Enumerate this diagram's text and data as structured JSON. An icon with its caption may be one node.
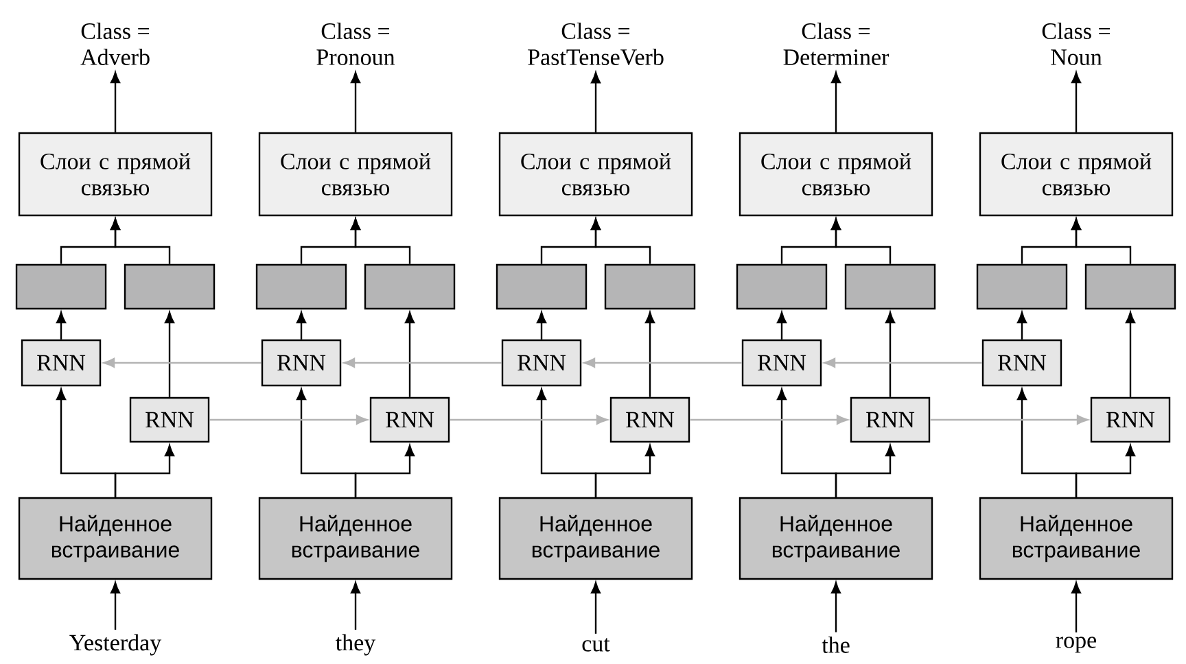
{
  "diagram": {
    "nodes": [
      {
        "text": [
          "Class = Adverb"
        ]
      },
      {
        "text": [
          "Class = Pronoun"
        ]
      },
      {
        "text": [
          "Class = PastTenseVerb"
        ]
      },
      {
        "text": [
          "Class = Determiner"
        ]
      },
      {
        "text": [
          "Class = Noun"
        ]
      },
      {
        "text": [
          "Слои с прямой связью"
        ]
      },
      {
        "text": [
          "Слои с прямой связью"
        ]
      },
      {
        "text": [
          "Слои с прямой связью"
        ]
      },
      {
        "text": [
          "Слои с прямой связью"
        ]
      },
      {
        "text": [
          "Слои с прямой связью"
        ]
      },
      {
        "text": [],
        "shape": "box"
      },
      {
        "text": [],
        "shape": "box"
      },
      {
        "text": [],
        "shape": "box"
      },
      {
        "text": [],
        "shape": "box"
      },
      {
        "text": [],
        "shape": "box"
      },
      {
        "text": [],
        "shape": "box"
      },
      {
        "text": [],
        "shape": "box"
      },
      {
        "text": [],
        "shape": "box"
      },
      {
        "text": [],
        "shape": "box"
      },
      {
        "text": [],
        "shape": "box"
      },
      {
        "text": [
          "RNN"
        ]
      },
      {
        "text": [
          "RNN"
        ]
      },
      {
        "text": [
          "RNN"
        ]
      },
      {
        "text": [
          "RNN"
        ]
      },
      {
        "text": [
          "RNN"
        ]
      },
      {
        "text": [
          "RNN"
        ]
      },
      {
        "text": [
          "RNN"
        ]
      },
      {
        "text": [
          "RNN"
        ]
      },
      {
        "text": [
          "RNN"
        ]
      },
      {
        "text": [
          "RNN"
        ]
      },
      {
        "text": [
          "Найденное встраивание"
        ]
      },
      {
        "text": [
          "Найденное встраивание"
        ]
      },
      {
        "text": [
          "Найденное встраивание"
        ]
      },
      {
        "text": [
          "Найденное встраивание"
        ]
      },
      {
        "text": [
          "Найденное встраивание"
        ]
      },
      {
        "text": [
          "Yesterday"
        ]
      },
      {
        "text": [
          "they"
        ]
      },
      {
        "text": [
          "cut"
        ]
      },
      {
        "text": [
          "the"
        ]
      },
      {
        "text": [
          "rope"
        ]
      }
    ],
    "edges": [
      {
        "from": 35,
        "to": 30,
        "arrow": "to"
      },
      {
        "from": 30,
        "to": 20,
        "arrow": "to"
      },
      {
        "from": 30,
        "to": 25,
        "arrow": "to"
      },
      {
        "from": 20,
        "to": 10,
        "arrow": "to"
      },
      {
        "from": 25,
        "to": 11,
        "arrow": "to"
      },
      {
        "from": 10,
        "to": 5,
        "arrow": "to"
      },
      {
        "from": 11,
        "to": 5,
        "arrow": "to"
      },
      {
        "from": 5,
        "to": 0,
        "arrow": "to"
      },
      {
        "from": 36,
        "to": 31,
        "arrow": "to"
      },
      {
        "from": 31,
        "to": 21,
        "arrow": "to"
      },
      {
        "from": 31,
        "to": 26,
        "arrow": "to"
      },
      {
        "from": 21,
        "to": 12,
        "arrow": "to"
      },
      {
        "from": 26,
        "to": 13,
        "arrow": "to"
      },
      {
        "from": 12,
        "to": 6,
        "arrow": "to"
      },
      {
        "from": 13,
        "to": 6,
        "arrow": "to"
      },
      {
        "from": 6,
        "to": 1,
        "arrow": "to"
      },
      {
        "from": 37,
        "to": 32,
        "arrow": "to"
      },
      {
        "from": 32,
        "to": 22,
        "arrow": "to"
      },
      {
        "from": 32,
        "to": 27,
        "arrow": "to"
      },
      {
        "from": 22,
        "to": 14,
        "arrow": "to"
      },
      {
        "from": 27,
        "to": 15,
        "arrow": "to"
      },
      {
        "from": 14,
        "to": 7,
        "arrow": "to"
      },
      {
        "from": 15,
        "to": 7,
        "arrow": "to"
      },
      {
        "from": 7,
        "to": 2,
        "arrow": "to"
      },
      {
        "from": 38,
        "to": 33,
        "arrow": "to"
      },
      {
        "from": 33,
        "to": 23,
        "arrow": "to"
      },
      {
        "from": 33,
        "to": 28,
        "arrow": "to"
      },
      {
        "from": 23,
        "to": 16,
        "arrow": "to"
      },
      {
        "from": 28,
        "to": 17,
        "arrow": "to"
      },
      {
        "from": 16,
        "to": 8,
        "arrow": "to"
      },
      {
        "from": 17,
        "to": 8,
        "arrow": "to"
      },
      {
        "from": 8,
        "to": 3,
        "arrow": "to"
      },
      {
        "from": 39,
        "to": 34,
        "arrow": "to"
      },
      {
        "from": 34,
        "to": 24,
        "arrow": "to"
      },
      {
        "from": 34,
        "to": 29,
        "arrow": "to"
      },
      {
        "from": 24,
        "to": 18,
        "arrow": "to"
      },
      {
        "from": 29,
        "to": 19,
        "arrow": "to"
      },
      {
        "from": 18,
        "to": 9,
        "arrow": "to"
      },
      {
        "from": 19,
        "to": 9,
        "arrow": "to"
      },
      {
        "from": 9,
        "to": 4,
        "arrow": "to"
      },
      {
        "from": 21,
        "to": 20,
        "arrow": "to",
        "color": "#b4b4b4"
      },
      {
        "from": 22,
        "to": 21,
        "arrow": "to",
        "color": "#b4b4b4"
      },
      {
        "from": 23,
        "to": 22,
        "arrow": "to",
        "color": "#b4b4b4"
      },
      {
        "from": 24,
        "to": 23,
        "arrow": "to",
        "color": "#b4b4b4"
      },
      {
        "from": 25,
        "to": 26,
        "arrow": "to",
        "color": "#b4b4b4"
      },
      {
        "from": 26,
        "to": 27,
        "arrow": "to",
        "color": "#b4b4b4"
      },
      {
        "from": 27,
        "to": 28,
        "arrow": "to",
        "color": "#b4b4b4"
      },
      {
        "from": 28,
        "to": 29,
        "arrow": "to",
        "color": "#b4b4b4"
      }
    ]
  }
}
